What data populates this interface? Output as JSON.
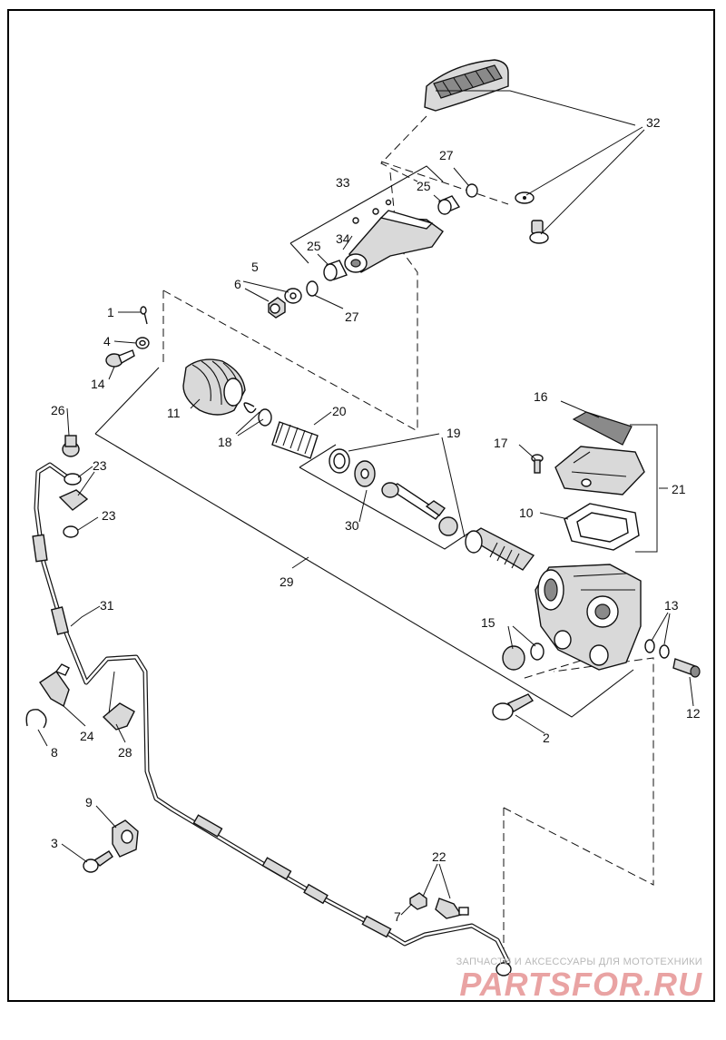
{
  "diagram": {
    "callouts": {
      "n1": "1",
      "n2": "2",
      "n3": "3",
      "n4": "4",
      "n5": "5",
      "n6": "6",
      "n7": "7",
      "n8": "8",
      "n9": "9",
      "n10": "10",
      "n11": "11",
      "n12": "12",
      "n13": "13",
      "n14": "14",
      "n15": "15",
      "n16": "16",
      "n17": "17",
      "n18": "18",
      "n19": "19",
      "n20": "20",
      "n21": "21",
      "n22": "22",
      "n23a": "23",
      "n23b": "23",
      "n24": "24",
      "n25a": "25",
      "n25b": "25",
      "n26": "26",
      "n27a": "27",
      "n27b": "27",
      "n28": "28",
      "n29": "29",
      "n30": "30",
      "n31": "31",
      "n32": "32",
      "n33": "33",
      "n34": "34"
    }
  },
  "watermark": {
    "tagline": "ЗАПЧАСТИ И АКСЕССУАРЫ ДЛЯ МОТОТЕХНИКИ",
    "logo": "PARTSFOR.RU"
  }
}
